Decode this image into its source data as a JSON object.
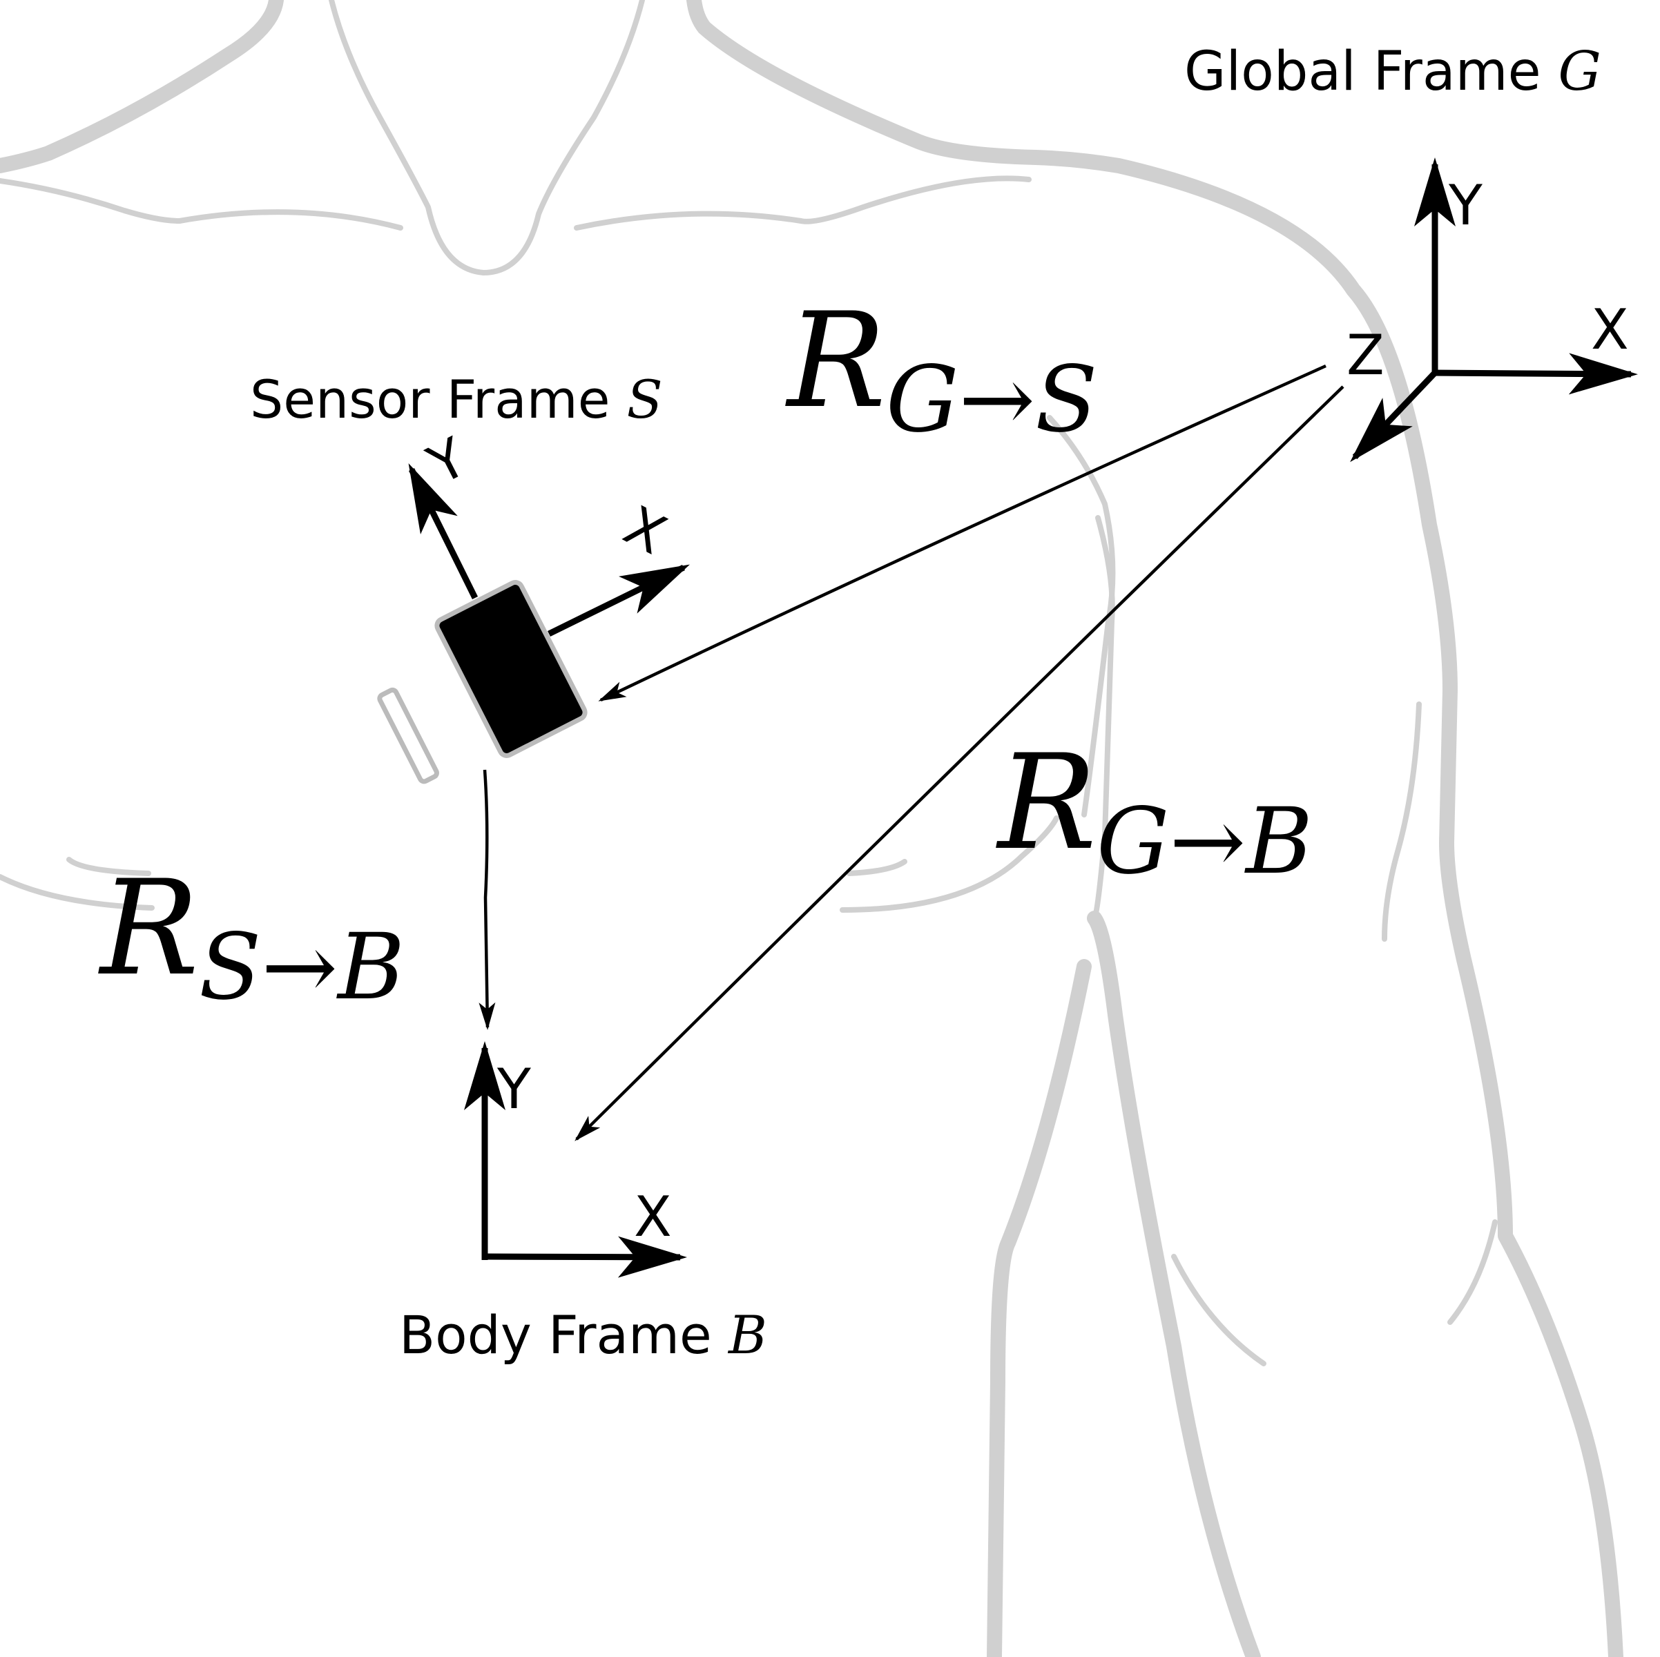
{
  "global_frame": {
    "label": "Global Frame",
    "symbol": "G",
    "axes": {
      "x": "X",
      "y": "Y",
      "z": "Z"
    }
  },
  "sensor_frame": {
    "label": "Sensor Frame",
    "symbol": "S",
    "axes": {
      "x": "X",
      "y": "Y"
    }
  },
  "body_frame": {
    "label": "Body Frame",
    "symbol": "B",
    "axes": {
      "x": "X",
      "y": "Y"
    }
  },
  "rotations": {
    "g_to_s": {
      "base": "R",
      "subscript": "G→S"
    },
    "g_to_b": {
      "base": "R",
      "subscript": "G→B"
    },
    "s_to_b": {
      "base": "R",
      "subscript": "S→B"
    }
  },
  "colors": {
    "outline": "#d0d0d0",
    "ink": "#000000",
    "background": "#ffffff"
  }
}
